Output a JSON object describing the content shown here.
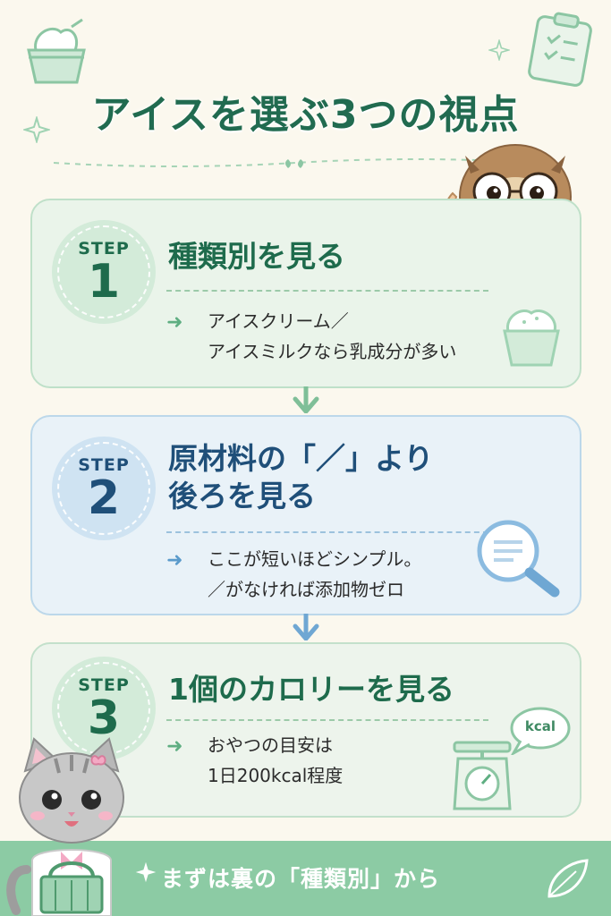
{
  "title": "アイスを選ぶ3つの視点",
  "steps": [
    {
      "label": "STEP",
      "number": "1",
      "title": "種類別を見る",
      "lines": [
        "アイスクリーム／",
        "アイスミルクなら乳成分が多い"
      ]
    },
    {
      "label": "STEP",
      "number": "2",
      "title_lines": [
        "原材料の「／」より",
        "後ろを見る"
      ],
      "lines": [
        "ここが短いほどシンプル。",
        "／がなければ添加物ゼロ"
      ]
    },
    {
      "label": "STEP",
      "number": "3",
      "title": "1個のカロリーを見る",
      "lines": [
        "おやつの目安は",
        "1日200kcal程度"
      ]
    }
  ],
  "kcal_label": "kcal",
  "banner": "まずは裏の「種類別」から",
  "colors": {
    "background": "#fbf8ee",
    "green_accent": "#216b50",
    "blue_accent": "#1f4f79",
    "banner": "#8ccba4"
  },
  "icons": [
    "ice-cream-cup-icon",
    "clipboard-icon",
    "sparkle-icon",
    "owl-professor-illustration",
    "magnifier-icon",
    "kitchen-scale-icon",
    "kcal-speech-bubble-icon",
    "cat-shopper-illustration",
    "leaf-icon"
  ]
}
